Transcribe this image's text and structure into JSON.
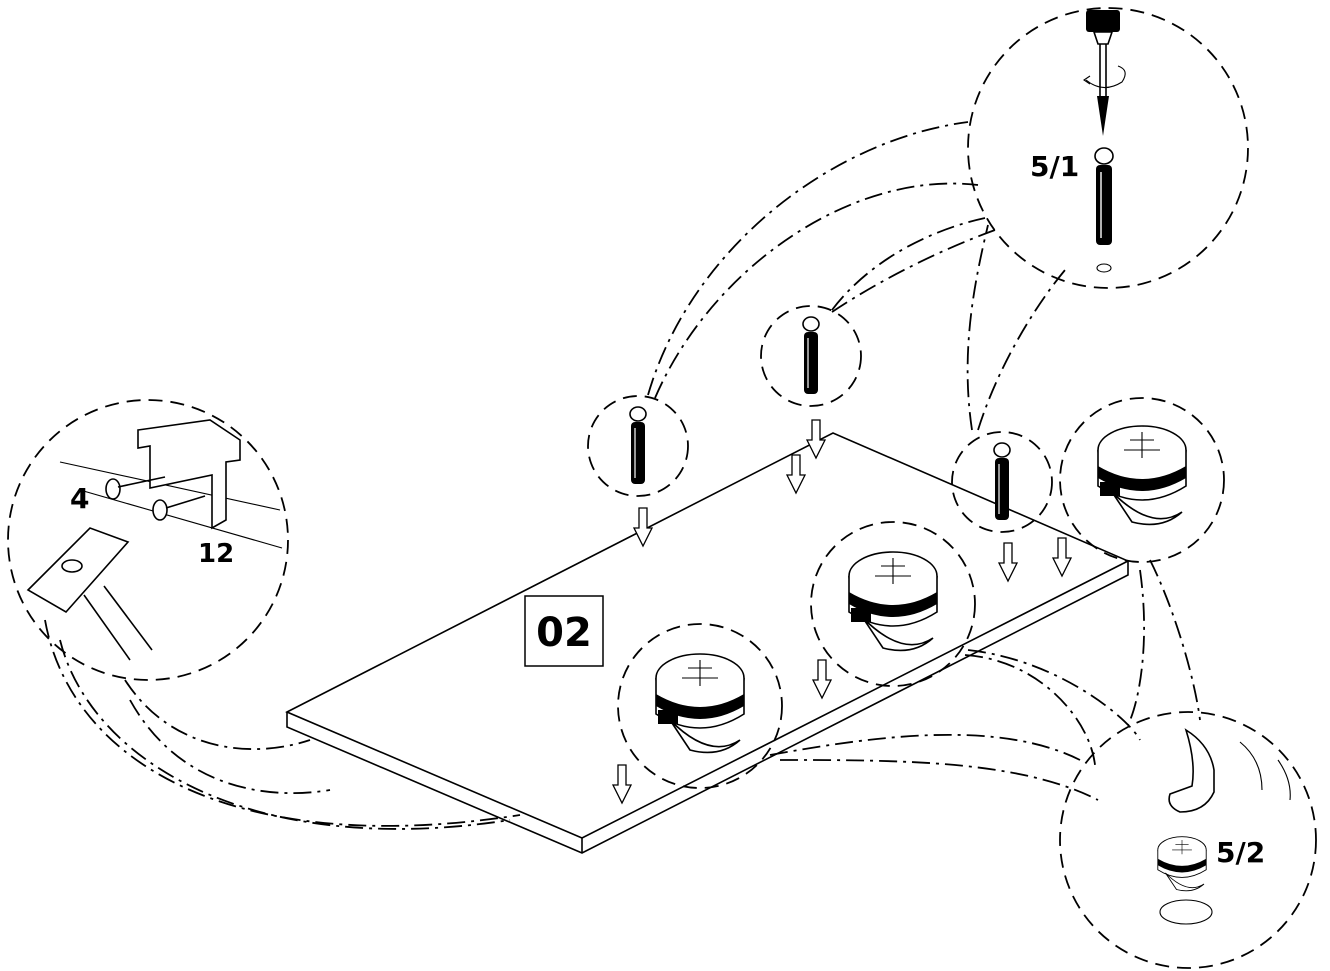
{
  "step": {
    "number": "02"
  },
  "callouts": {
    "nail_count": "4",
    "nail_length": "12",
    "dowel_part": "5/1",
    "cam_part": "5/2"
  },
  "icons": [
    "hammer-icon",
    "nail-icon",
    "screwdriver-icon",
    "dowel-pin-icon",
    "cam-lock-icon",
    "finger-press-icon",
    "insert-arrow-icon"
  ],
  "colors": {
    "ink": "#000000",
    "paper": "#ffffff"
  }
}
